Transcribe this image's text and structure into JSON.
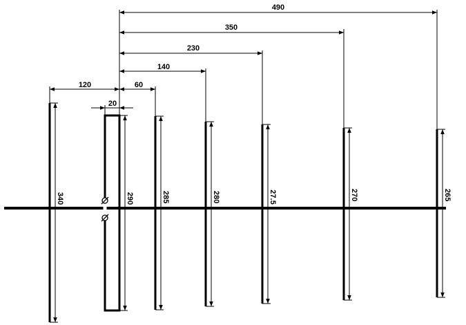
{
  "colors": {
    "ink": "#000000",
    "background": "#ffffff"
  },
  "horizontal_dimensions": [
    {
      "id": "dim-490",
      "label": "490"
    },
    {
      "id": "dim-350",
      "label": "350"
    },
    {
      "id": "dim-230",
      "label": "230"
    },
    {
      "id": "dim-140",
      "label": "140"
    },
    {
      "id": "dim-120",
      "label": "120"
    },
    {
      "id": "dim-60",
      "label": "60"
    },
    {
      "id": "dim-20",
      "label": "20"
    }
  ],
  "element_lengths": [
    {
      "id": "reflector",
      "label": "340"
    },
    {
      "id": "driven",
      "label": "290"
    },
    {
      "id": "director-1",
      "label": "285"
    },
    {
      "id": "director-2",
      "label": "280"
    },
    {
      "id": "director-3",
      "label": "27.5"
    },
    {
      "id": "director-4",
      "label": "270"
    },
    {
      "id": "director-5",
      "label": "265"
    }
  ],
  "feed_icons": [
    "feed-point-icon",
    "feed-point-icon"
  ]
}
